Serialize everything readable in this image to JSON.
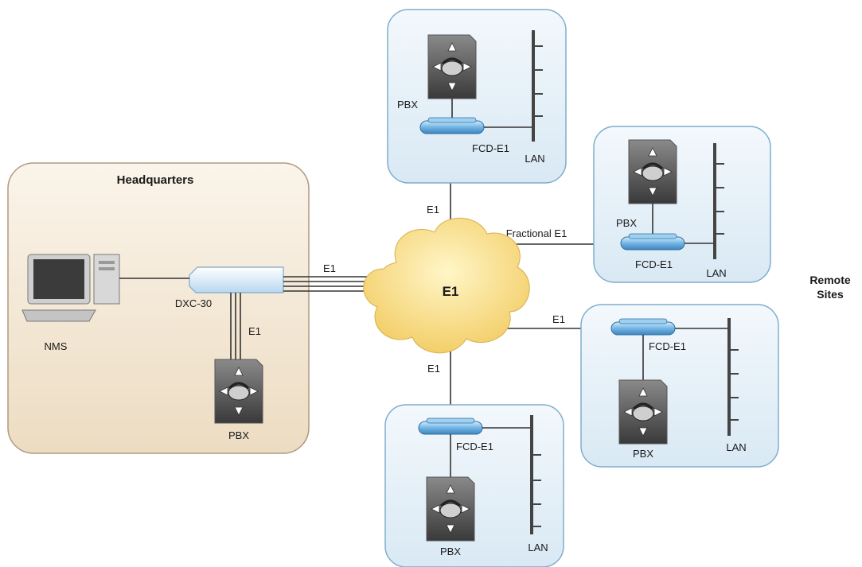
{
  "hq": {
    "title": "Headquarters",
    "nms_label": "NMS",
    "dxc_label": "DXC-30",
    "link_label": "E1",
    "pbx_label": "PBX"
  },
  "cloud": {
    "label": "E1"
  },
  "links": {
    "hq_link": "E1",
    "top_link": "E1",
    "right_top_link": "Fractional E1",
    "right_bottom_link": "E1",
    "bottom_link": "E1"
  },
  "remote_label": [
    "Remote",
    "Sites"
  ],
  "sites": {
    "top": {
      "pbx": "PBX",
      "fcd": "FCD-E1",
      "lan": "LAN"
    },
    "right_top": {
      "pbx": "PBX",
      "fcd": "FCD-E1",
      "lan": "LAN"
    },
    "right_bottom": {
      "pbx": "PBX",
      "fcd": "FCD-E1",
      "lan": "LAN"
    },
    "bottom": {
      "pbx": "PBX",
      "fcd": "FCD-E1",
      "lan": "LAN"
    }
  },
  "colors": {
    "hq_bg": "#f2e6d3",
    "site_bg": "#e6f1f8",
    "site_border": "#7faecc",
    "cloud": "#f8df8c",
    "fcd": "#8fc2ea"
  }
}
